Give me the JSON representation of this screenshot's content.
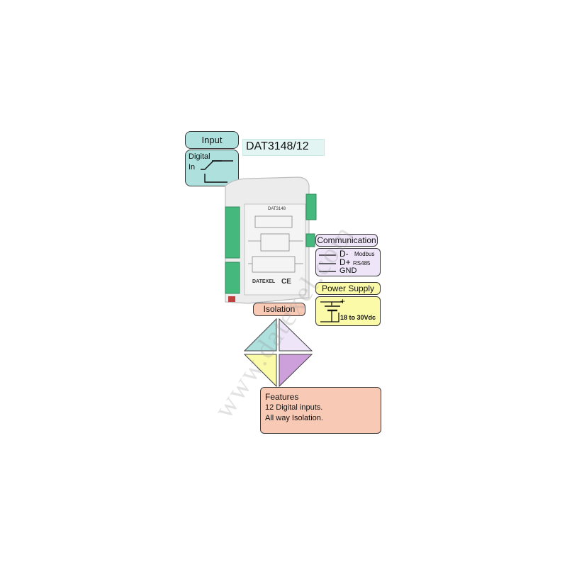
{
  "input": {
    "title": "Input",
    "digital": "Digital",
    "in": "In"
  },
  "model": "DAT3148/12",
  "device": {
    "label": "DAT3148",
    "brand": "DATEXEL",
    "ce": "CE"
  },
  "communication": {
    "title": "Communication",
    "d_minus": "D-",
    "modbus": "Modbus",
    "d_plus": "D+",
    "rs485": "RS485",
    "gnd": "GND"
  },
  "power": {
    "title": "Power Supply",
    "plus": "+",
    "range": "18 to 30Vdc"
  },
  "isolation": {
    "title": "Isolation"
  },
  "features": {
    "title": "Features",
    "line1": "12 Digital inputs.",
    "line2": "All way Isolation."
  },
  "watermark": "www.datexel.com",
  "colors": {
    "cyan": "#aee0de",
    "lilac": "#eee6f8",
    "yellow": "#fbfaa8",
    "purple": "#cda0dc",
    "salmon": "#f8c9b5",
    "green": "#45b87d",
    "device": "#eeeeee"
  }
}
